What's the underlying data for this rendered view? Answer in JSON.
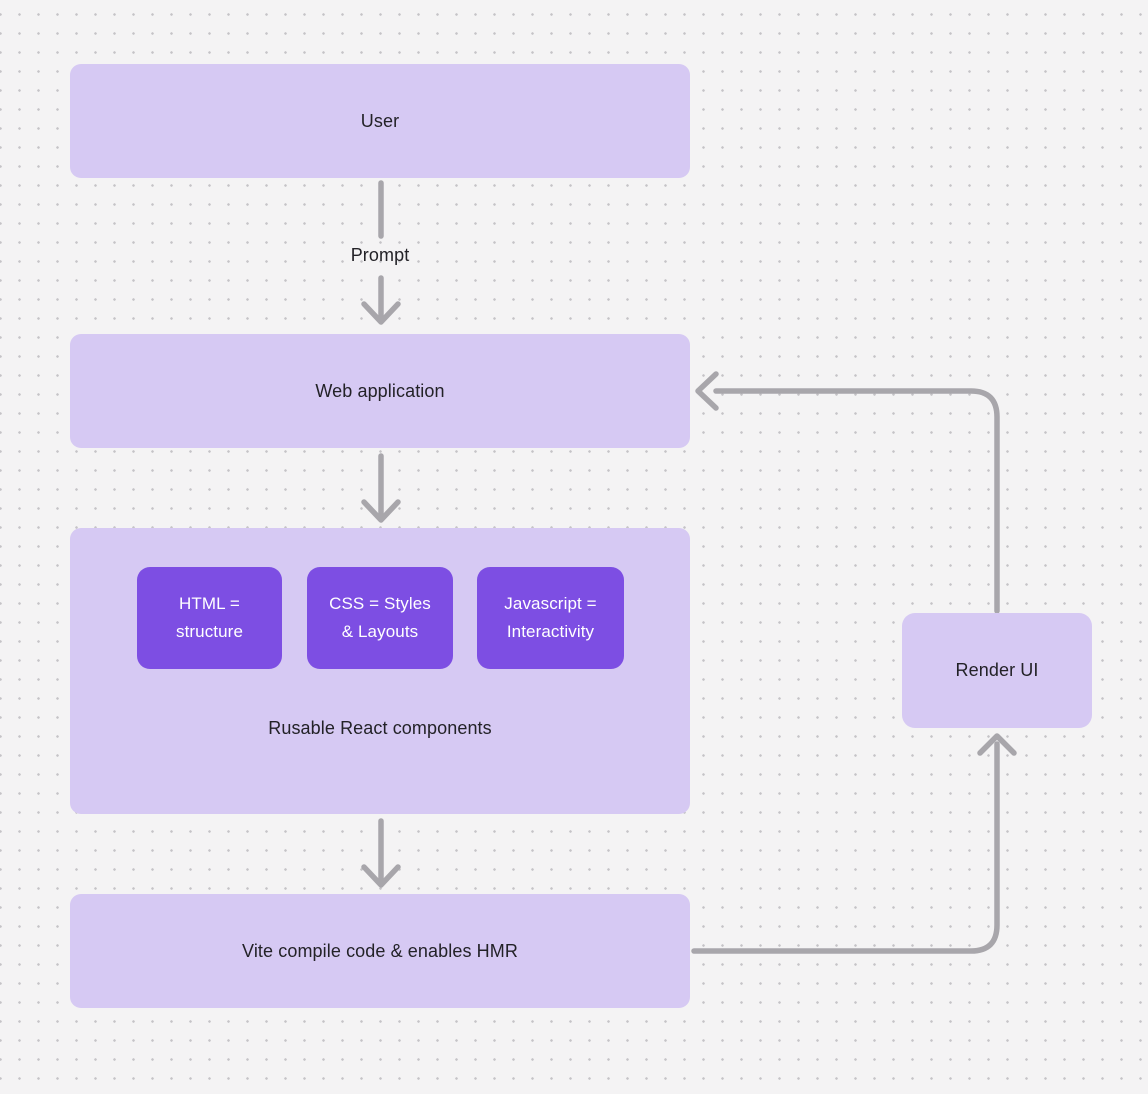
{
  "theme": {
    "background": "#f4f3f4",
    "dot_color": "#c5c3c7",
    "node_fill": "#d6c9f3",
    "node_text": "#232227",
    "accent_fill": "#7d4ee3",
    "accent_text": "#ffffff",
    "arrow_color": "#a8a6ab"
  },
  "nodes": {
    "user": {
      "label": "User"
    },
    "web_application": {
      "label": "Web application"
    },
    "components_group": {
      "chips": [
        {
          "label": "HTML =\nstructure"
        },
        {
          "label": "CSS = Styles\n& Layouts"
        },
        {
          "label": "Javascript =\nInteractivity"
        }
      ],
      "caption": "Rusable React components"
    },
    "vite": {
      "label": "Vite compile code & enables HMR"
    },
    "render_ui": {
      "label": "Render UI"
    }
  },
  "edges": {
    "prompt_label": "Prompt"
  }
}
